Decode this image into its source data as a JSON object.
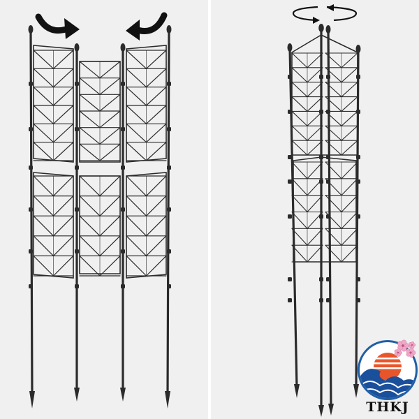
{
  "image": {
    "panels": [
      {
        "name": "unfolded-trellis",
        "arrow_icons": [
          "curved-arrow-right-icon",
          "curved-arrow-left-icon"
        ]
      },
      {
        "name": "folded-trellis",
        "arrow_icons": [
          "rotate-arrows-icon"
        ]
      }
    ],
    "logo": {
      "text": "THKJ",
      "icon": "wave-sunset-blossom-logo",
      "colors": {
        "ring": "#1f5fa6",
        "sun": "#e8552a",
        "wave": "#1a4f9c",
        "blossom": "#f0a8c8"
      }
    },
    "colors": {
      "background": "#f0f0f0",
      "frame": "#2b2b2b"
    }
  }
}
